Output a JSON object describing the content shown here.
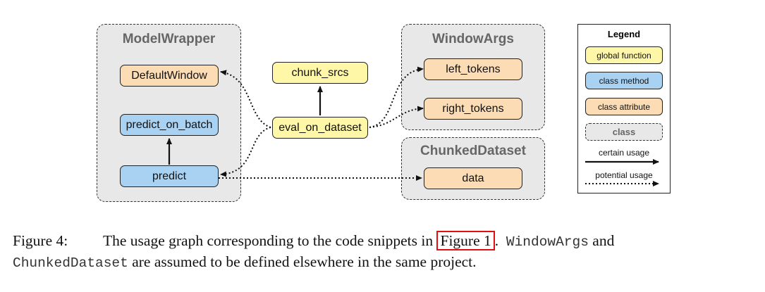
{
  "classes": {
    "model_wrapper": "ModelWrapper",
    "window_args": "WindowArgs",
    "chunked_dataset": "ChunkedDataset"
  },
  "nodes": {
    "default_window": "DefaultWindow",
    "predict_on_batch": "predict_on_batch",
    "predict": "predict",
    "chunk_srcs": "chunk_srcs",
    "eval_on_dataset": "eval_on_dataset",
    "left_tokens": "left_tokens",
    "right_tokens": "right_tokens",
    "data": "data"
  },
  "legend": {
    "title": "Legend",
    "global_function": "global function",
    "class_method": "class method",
    "class_attribute": "class attribute",
    "class": "class",
    "certain_usage": "certain usage",
    "potential_usage": "potential usage"
  },
  "colors": {
    "global_function": "#fff7a8",
    "class_method": "#a9d2f2",
    "class_attribute": "#fbdcb4",
    "class_box": "#e8e8e8",
    "figure_ref_border": "#e01010"
  },
  "caption": {
    "label": "Figure 4:",
    "text1": "The usage graph corresponding to the code snippets in ",
    "figure_ref": "Figure 1",
    "text2": ". ",
    "code1": "WindowArgs",
    "text3": " and ",
    "code2": "ChunkedDataset",
    "text4": " are assumed to be defined elsewhere in the same project."
  }
}
